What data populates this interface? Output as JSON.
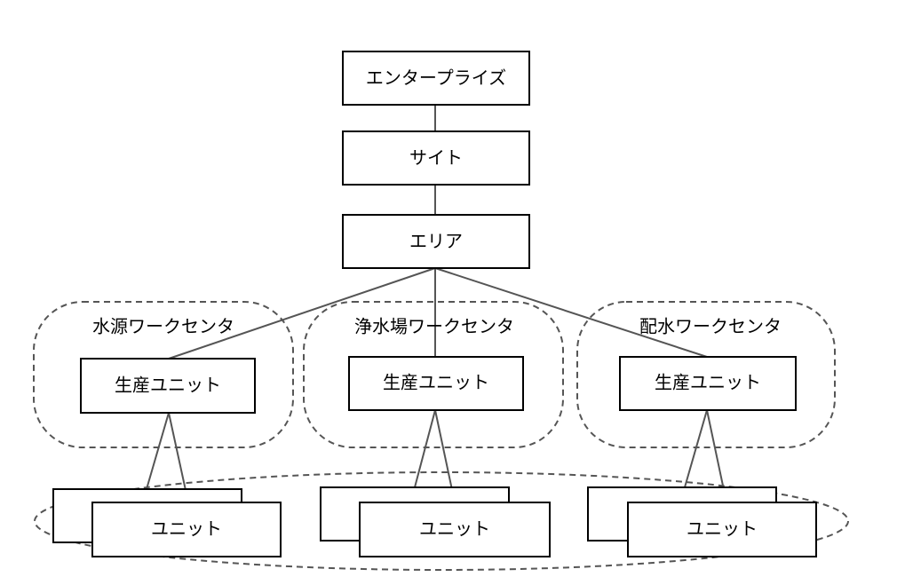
{
  "hierarchy": {
    "enterprise": "エンタープライズ",
    "site": "サイト",
    "area": "エリア"
  },
  "work_centers": [
    {
      "name": "水源ワークセンタ",
      "production_unit": "生産ユニット",
      "unit": "ユニット"
    },
    {
      "name": "浄水場ワークセンタ",
      "production_unit": "生産ユニット",
      "unit": "ユニット"
    },
    {
      "name": "配水ワークセンタ",
      "production_unit": "生産ユニット",
      "unit": "ユニット"
    }
  ]
}
